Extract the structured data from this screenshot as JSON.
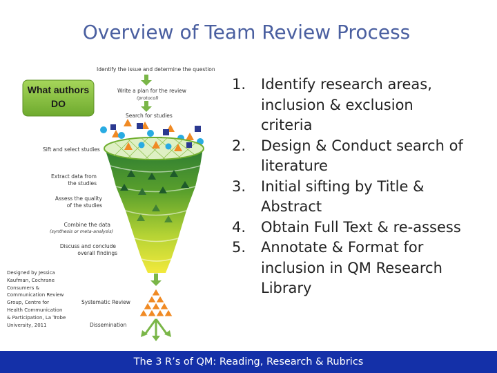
{
  "slide": {
    "title": "Overview of Team Review Process",
    "footer": "The 3 R’s of QM: Reading, Research & Rubrics"
  },
  "diagram": {
    "box_label_line1": "What authors",
    "box_label_line2": "DO",
    "labels": {
      "identify": "Identify the issue and determine the question",
      "write_plan": "Write a plan for the review",
      "protocol": "(protocol)",
      "search": "Search for studies",
      "sift": "Sift and select studies",
      "extract_1": "Extract data from",
      "extract_2": "the studies",
      "assess_1": "Assess the quality",
      "assess_2": "of the studies",
      "combine": "Combine the data",
      "synthesis": "(synthesis or meta-analysis)",
      "discuss_1": "Discuss and conclude",
      "discuss_2": "overall findings",
      "systematic_review": "Systematic Review",
      "dissemination": "Dissemination"
    },
    "credit": "Designed by Jessica Kaufman, Cochrane Consumers & Communication Review Group, Centre for Health Communication & Participation, La Trobe University, 2011",
    "colors": {
      "green_box": "#8cc63f",
      "arrow": "#7ab648",
      "triangle": "#f08a24",
      "square": "#2b3990",
      "circle": "#29abe2",
      "funnel_top": "#2e7d32",
      "funnel_bottom": "#f2e93c"
    }
  },
  "steps": [
    {
      "num": "1.",
      "lines": [
        "Identify research areas,",
        "inclusion & exclusion",
        "criteria"
      ]
    },
    {
      "num": "2.",
      "lines": [
        "Design & Conduct search of",
        "literature"
      ]
    },
    {
      "num": "3.",
      "lines": [
        "Initial sifting by Title &",
        "Abstract"
      ]
    },
    {
      "num": "4.",
      "lines": [
        "Obtain Full Text & re-assess"
      ]
    },
    {
      "num": "5.",
      "lines": [
        "Annotate & Format for",
        "inclusion in QM Research",
        "Library"
      ]
    }
  ]
}
